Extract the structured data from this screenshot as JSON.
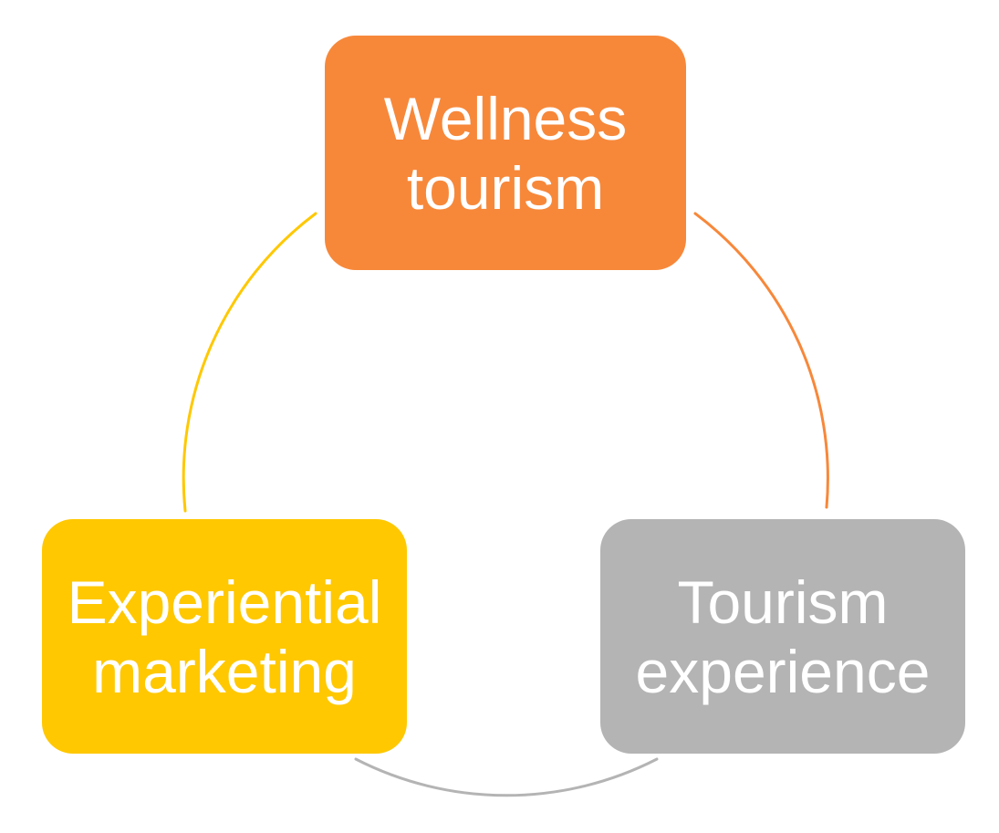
{
  "diagram": {
    "type": "cycle",
    "nodes": [
      {
        "id": "wellness",
        "lines": [
          "Wellness",
          "tourism"
        ],
        "color": "#f7883a"
      },
      {
        "id": "experience",
        "lines": [
          "Tourism",
          "experience"
        ],
        "color": "#b4b4b4"
      },
      {
        "id": "experiential",
        "lines": [
          "Experiential",
          "marketing"
        ],
        "color": "#ffc800"
      }
    ],
    "arcs": [
      {
        "from": "wellness",
        "to": "experience",
        "color": "#f7883a"
      },
      {
        "from": "experience",
        "to": "experiential",
        "color": "#b4b4b4"
      },
      {
        "from": "experiential",
        "to": "wellness",
        "color": "#ffc800"
      }
    ]
  }
}
